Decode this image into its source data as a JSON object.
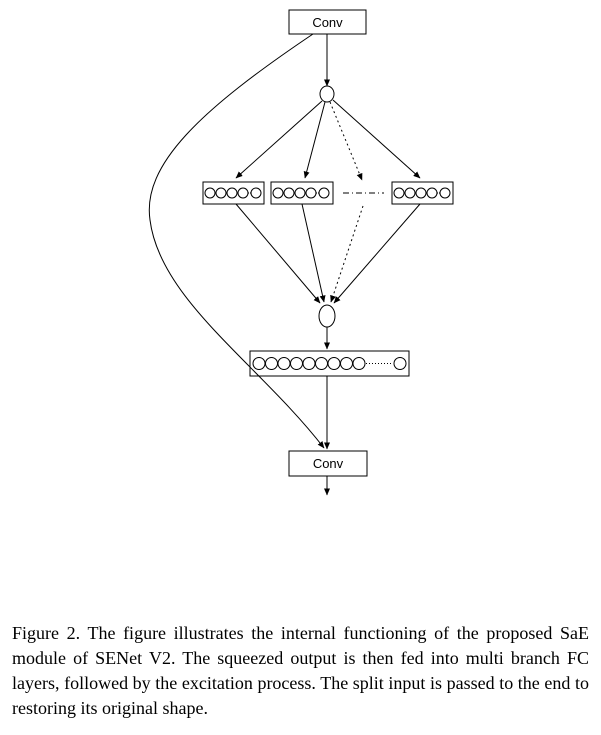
{
  "figure": {
    "top_block_label": "Conv",
    "bottom_block_label": "Conv"
  },
  "caption": {
    "label": "Figure 2.",
    "text": "The figure illustrates the internal functioning of the proposed SaE module of SENet V2. The squeezed output is then fed into multi branch FC layers, followed by the excitation process. The split input is passed to the end to restoring its original shape."
  }
}
